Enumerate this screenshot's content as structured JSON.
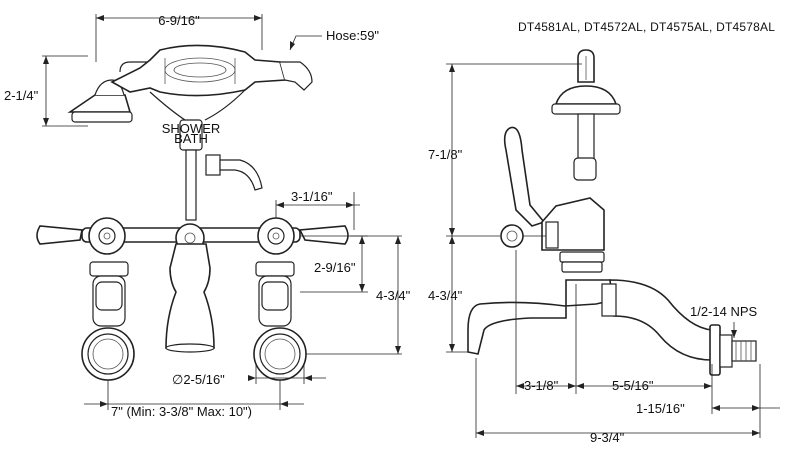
{
  "models": "DT4581AL, DT4572AL, DT4575AL, DT4578AL",
  "front": {
    "width_top": "6-9/16\"",
    "hose": "Hose:59\"",
    "handshower_height": "2-1/4\"",
    "handle_spread_offset": "3-1/16\"",
    "upper_height": "2-9/16\"",
    "total_height": "4-3/4\"",
    "flange_dia": "∅2-5/16\"",
    "center_spread": "7\" (Min: 3-3/8\" Max: 10\")",
    "diverter_text_1": "SHOWER",
    "diverter_text_2": "BATH"
  },
  "side": {
    "overall_height": "7-1/8\"",
    "lower_height": "4-3/4\"",
    "spout_reach": "3-1/8\"",
    "body_to_wall": "5-5/16\"",
    "nps": "1/2-14 NPS",
    "supply_length": "1-15/16\"",
    "total_depth": "9-3/4\""
  }
}
